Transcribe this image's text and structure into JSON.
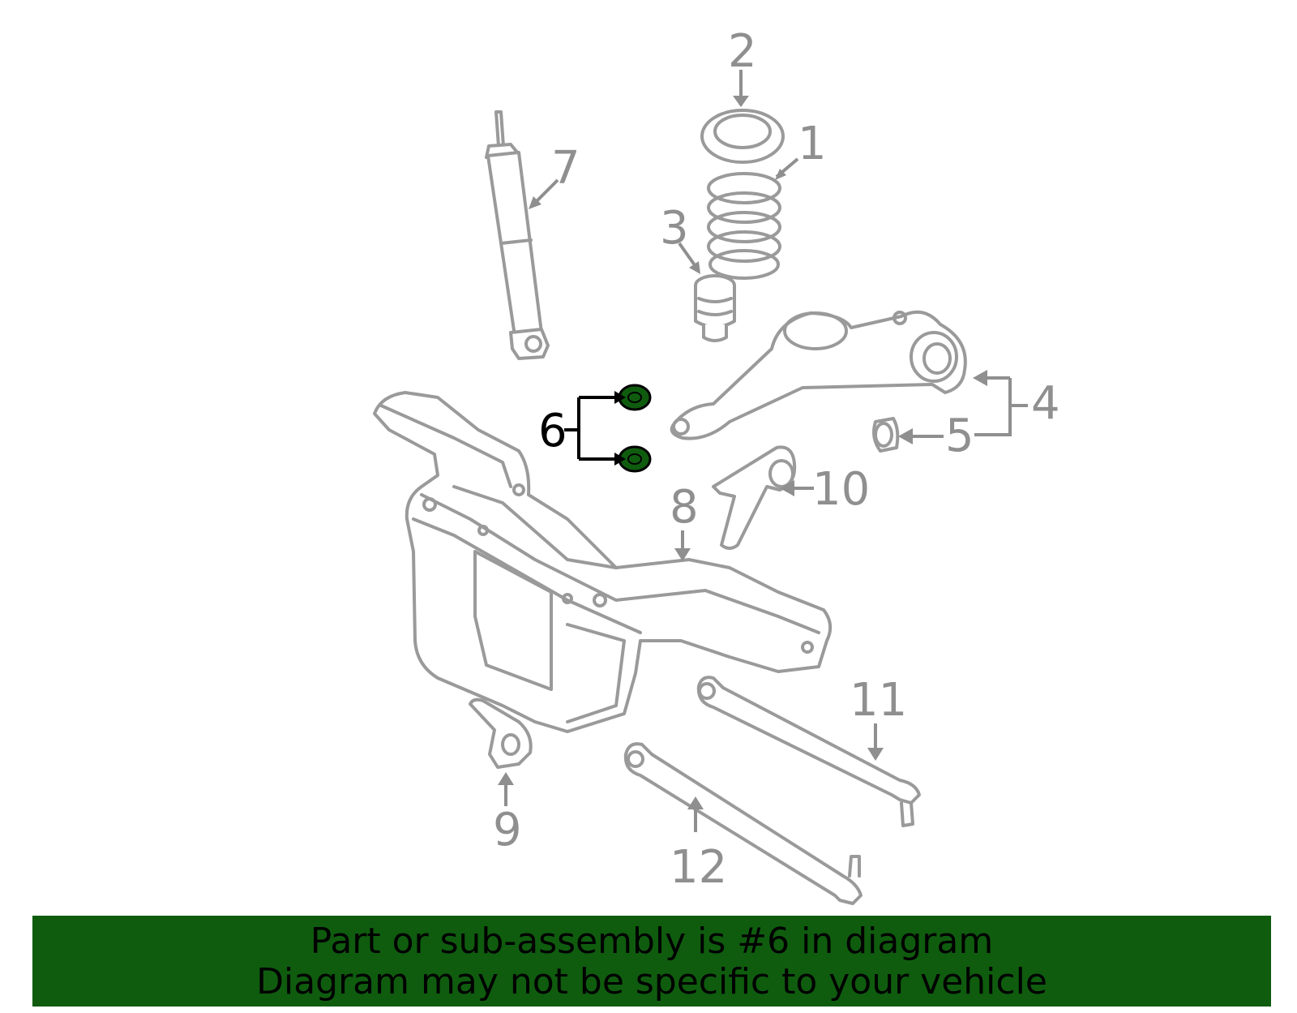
{
  "diagram": {
    "callouts": [
      "1",
      "2",
      "3",
      "4",
      "5",
      "6",
      "7",
      "8",
      "9",
      "10",
      "11",
      "12"
    ],
    "highlighted_callout": "6",
    "highlight_color": "#0f5c0f",
    "part_color": "#9a9a9a"
  },
  "banner": {
    "line1": "Part or sub-assembly is #6 in diagram",
    "line2": "Diagram may not be specific to your vehicle",
    "background": "#0f5c0f"
  }
}
